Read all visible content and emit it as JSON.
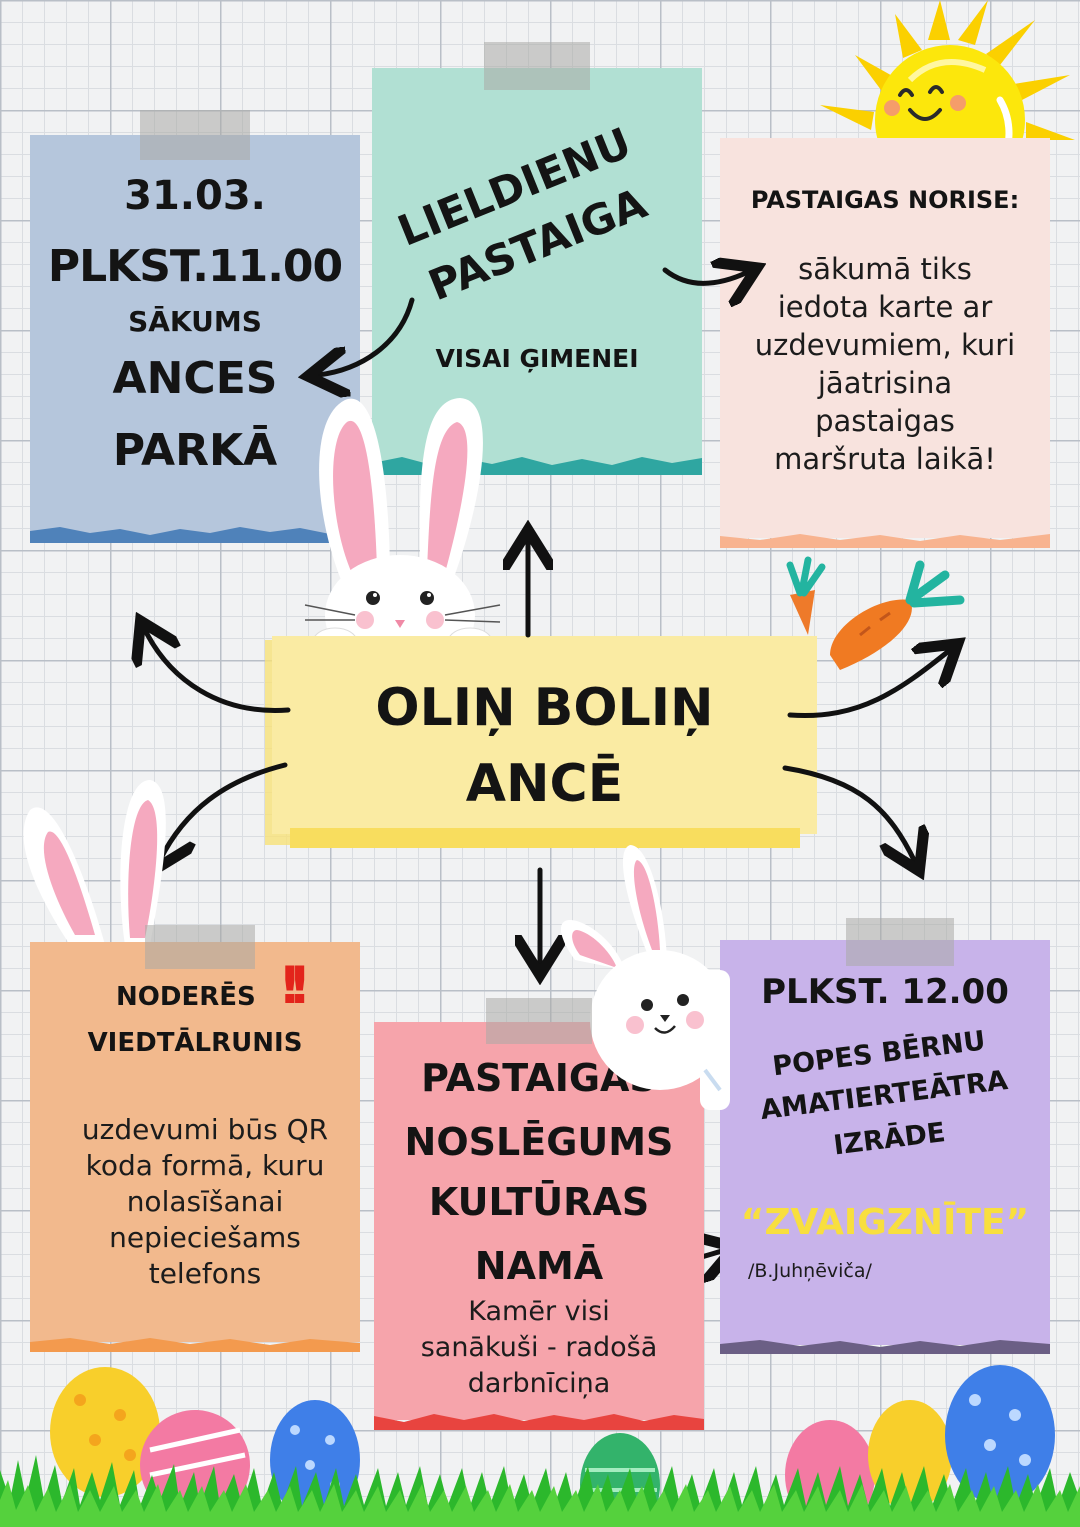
{
  "card_date": {
    "date": "31.03.",
    "time": "PLKST.11.00",
    "start_label": "SĀKUMS",
    "place_line1": "ANCES",
    "place_line2": "PARKĀ"
  },
  "card_title": {
    "line1": "LIELDIENU",
    "line2": "PASTAIGA",
    "subtitle": "VISAI ĢIMENEI"
  },
  "card_process": {
    "heading": "PASTAIGAS NORISE:",
    "lines": [
      "sākumā tiks",
      "iedota karte ar",
      "uzdevumiem, kuri",
      "jāatrisina",
      "pastaigas",
      "maršruta laikā!"
    ]
  },
  "center_banner": {
    "line1": "OLIŅ BOLIŅ",
    "line2": "ANCĒ"
  },
  "card_phone": {
    "heading_line1": "NODERĒS",
    "heading_line2": "VIEDTĀLRUNIS",
    "lines": [
      "uzdevumi būs QR",
      "koda formā, kuru",
      "nolasīšanai",
      "nepieciešams",
      "telefons"
    ]
  },
  "card_finish": {
    "line1": "PASTAIGAS",
    "line2": "NOSLĒGUMS",
    "line3": "KULTŪRAS",
    "line4": "NAMĀ",
    "lines": [
      "Kamēr visi",
      "sanākuši - radošā",
      "darbnīciņa"
    ]
  },
  "card_show": {
    "time": "PLKST. 12.00",
    "line1": "POPES BĒRNU",
    "line2": "AMATIERTEĀTRA",
    "line3": "IZRĀDE",
    "play_title": "“ZVAIGZNĪTE”",
    "author": "/B.Juhņēviča/"
  },
  "colors": {
    "card_date": "#b5c6dc",
    "card_title": "#b1e0d3",
    "card_process": "#f8e3de",
    "banner": "#faeba3",
    "card_phone": "#f2b98d",
    "card_finish": "#f6a4ab",
    "card_show": "#c8b3ea",
    "play_title": "#f8df3e"
  }
}
